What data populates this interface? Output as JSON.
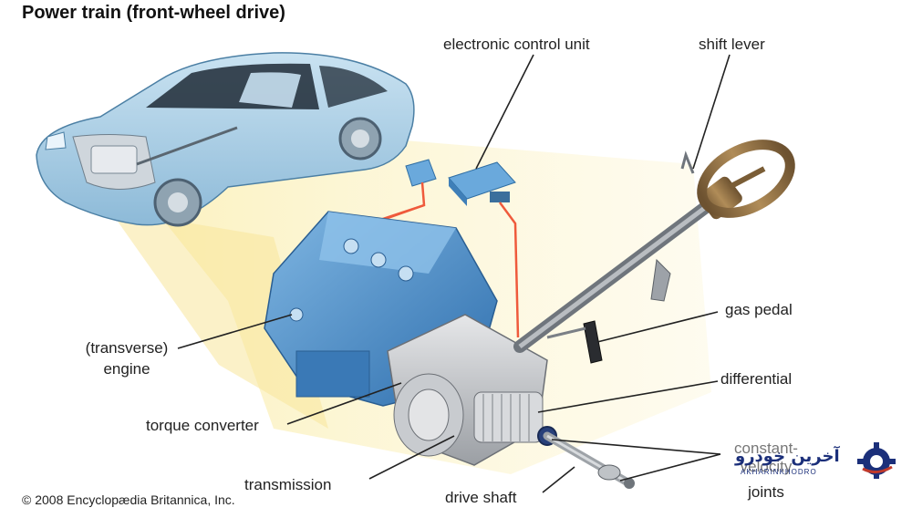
{
  "title": "Power train (front-wheel drive)",
  "copyright": "© 2008 Encyclopædia Britannica, Inc.",
  "labels": {
    "ecu": "electronic control unit",
    "shift_lever": "shift lever",
    "engine_line1": "(transverse)",
    "engine_line2": "engine",
    "gas_pedal": "gas pedal",
    "differential": "differential",
    "torque_converter": "torque converter",
    "transmission": "transmission",
    "drive_shaft": "drive shaft",
    "cv_line1": "constant-",
    "cv_line2": "velocity",
    "cv_line3": "joints"
  },
  "watermark": {
    "text": "آخرین خودرو",
    "sub": "AKHARINKHODRO"
  },
  "colors": {
    "car_body": "#a9cfe6",
    "engine_blue": "#3f86c6",
    "wire_red": "#ef5a3c",
    "highlight_cone": "#fbf0b8",
    "steering_wood": "#9b7a4a",
    "metal": "#b9bcc0"
  }
}
